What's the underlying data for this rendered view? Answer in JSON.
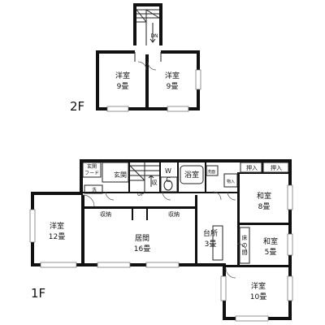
{
  "floors": {
    "upper": "2F",
    "lower": "1F"
  },
  "rooms": {
    "u_room_left": [
      "洋室",
      "9畳"
    ],
    "u_room_right": [
      "洋室",
      "9畳"
    ],
    "l_western12": [
      "洋室",
      "12畳"
    ],
    "l_living": [
      "居間",
      "16畳"
    ],
    "l_kitchen": [
      "台所",
      "3畳"
    ],
    "l_japanese8": [
      "和室",
      "8畳"
    ],
    "l_japanese5": [
      "和室",
      "5畳"
    ],
    "l_western10": [
      "洋室",
      "10畳"
    ],
    "l_bath": [
      "浴室"
    ],
    "l_entrance": [
      "玄関"
    ],
    "l_wc": [
      "W",
      "C"
    ]
  },
  "small_labels": {
    "dn": "DN",
    "up": "UP",
    "hood": [
      "玄関",
      "フード"
    ],
    "storage_a": "収納",
    "storage_b": "収納",
    "storage_small": "収",
    "wash": "洗",
    "oshiire_a": "押入",
    "oshiire_b": "押入",
    "tokonoma": "床の間",
    "utility_a": "洗面",
    "utility_b": "物入"
  }
}
